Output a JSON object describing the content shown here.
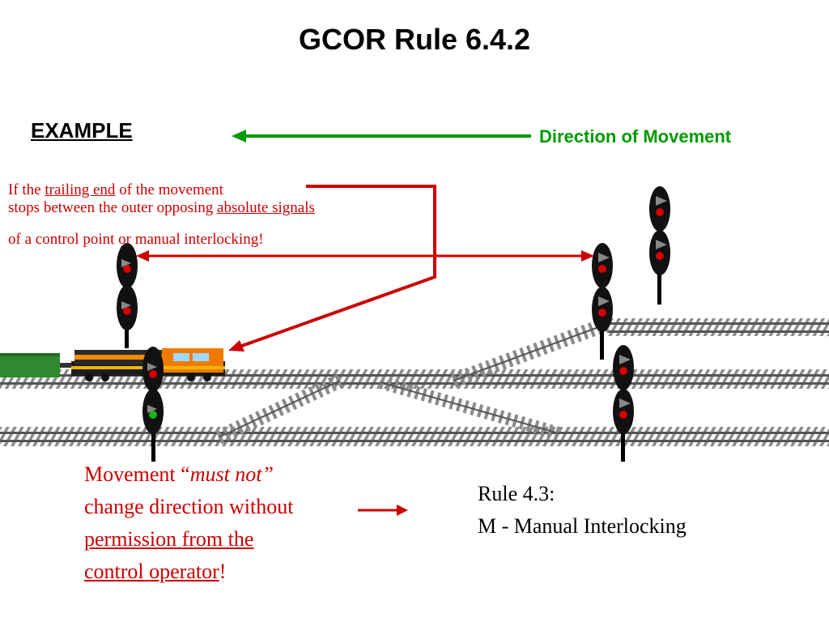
{
  "title": "GCOR Rule 6.4.2",
  "example_label": "EXAMPLE",
  "direction_label": "Direction of Movement",
  "note": {
    "l1_a": "If the ",
    "l1_u": "trailing end",
    "l1_b": " of the movement",
    "l2_a": "stops between the outer opposing ",
    "l2_u": "absolute signals",
    "l3": "of a control point or manual interlocking!"
  },
  "movement": {
    "a": "Movement “",
    "b": "must not”",
    "l2": "change direction without",
    "l3": "permission from the",
    "l4": "control operator",
    "l4_end": "!"
  },
  "rule": {
    "l1": "Rule 4.3:",
    "l2": "M - Manual Interlocking"
  },
  "colors": {
    "red": "#cc0000",
    "green": "#009a00",
    "signal_red": "#d40000",
    "signal_green": "#1db31d"
  }
}
